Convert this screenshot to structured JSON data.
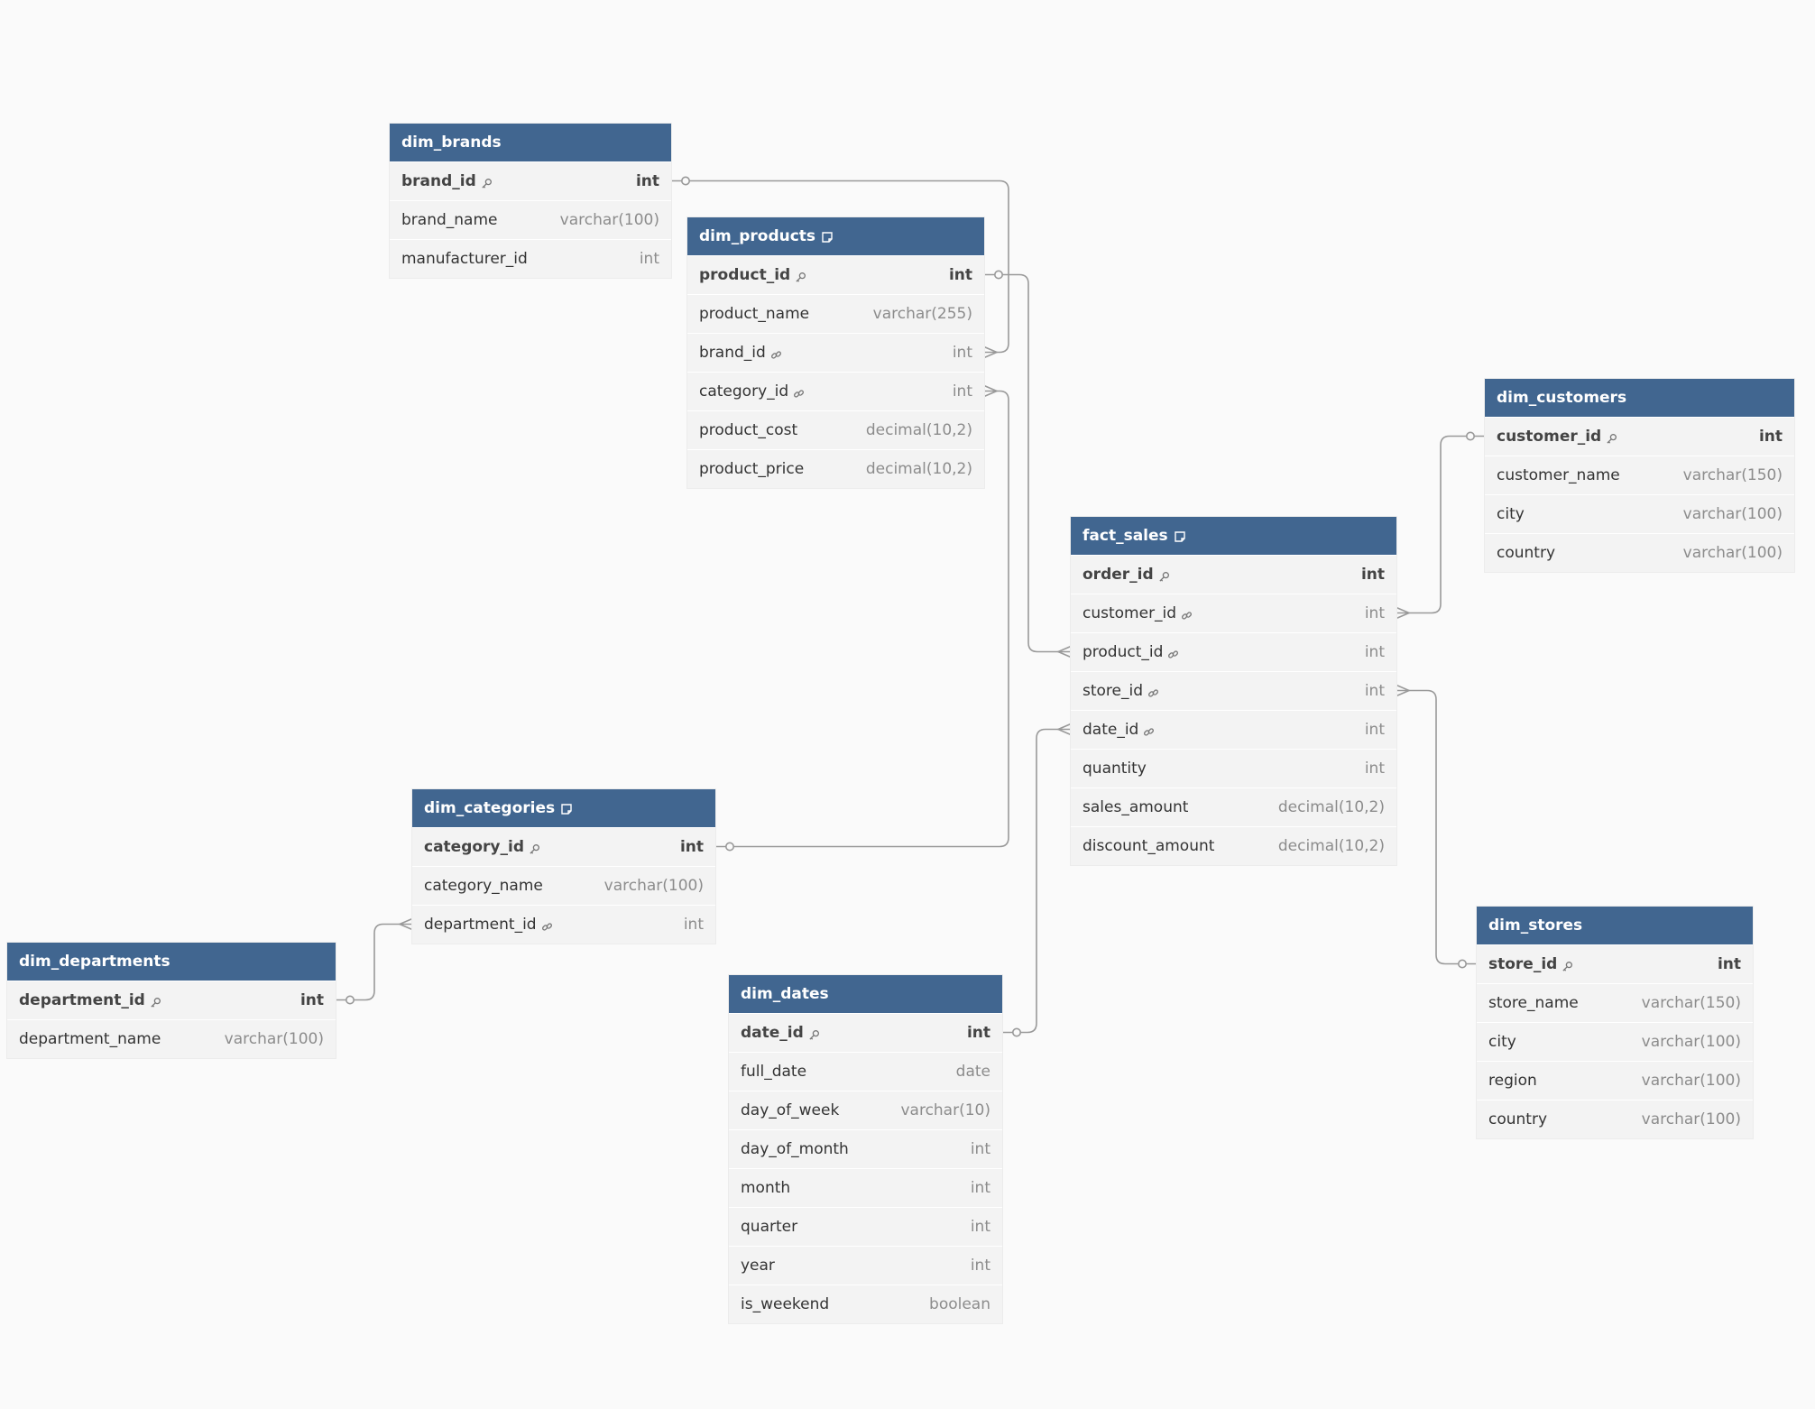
{
  "tables": [
    {
      "id": "dim_brands",
      "name": "dim_brands",
      "has_note": false,
      "columns": [
        {
          "name": "brand_id",
          "type": "int",
          "pk": true,
          "fk": false
        },
        {
          "name": "brand_name",
          "type": "varchar(100)",
          "pk": false,
          "fk": false
        },
        {
          "name": "manufacturer_id",
          "type": "int",
          "pk": false,
          "fk": false
        }
      ]
    },
    {
      "id": "dim_products",
      "name": "dim_products",
      "has_note": true,
      "columns": [
        {
          "name": "product_id",
          "type": "int",
          "pk": true,
          "fk": false
        },
        {
          "name": "product_name",
          "type": "varchar(255)",
          "pk": false,
          "fk": false
        },
        {
          "name": "brand_id",
          "type": "int",
          "pk": false,
          "fk": true
        },
        {
          "name": "category_id",
          "type": "int",
          "pk": false,
          "fk": true
        },
        {
          "name": "product_cost",
          "type": "decimal(10,2)",
          "pk": false,
          "fk": false
        },
        {
          "name": "product_price",
          "type": "decimal(10,2)",
          "pk": false,
          "fk": false
        }
      ]
    },
    {
      "id": "dim_customers",
      "name": "dim_customers",
      "has_note": false,
      "columns": [
        {
          "name": "customer_id",
          "type": "int",
          "pk": true,
          "fk": false
        },
        {
          "name": "customer_name",
          "type": "varchar(150)",
          "pk": false,
          "fk": false
        },
        {
          "name": "city",
          "type": "varchar(100)",
          "pk": false,
          "fk": false
        },
        {
          "name": "country",
          "type": "varchar(100)",
          "pk": false,
          "fk": false
        }
      ]
    },
    {
      "id": "fact_sales",
      "name": "fact_sales",
      "has_note": true,
      "columns": [
        {
          "name": "order_id",
          "type": "int",
          "pk": true,
          "fk": false
        },
        {
          "name": "customer_id",
          "type": "int",
          "pk": false,
          "fk": true
        },
        {
          "name": "product_id",
          "type": "int",
          "pk": false,
          "fk": true
        },
        {
          "name": "store_id",
          "type": "int",
          "pk": false,
          "fk": true
        },
        {
          "name": "date_id",
          "type": "int",
          "pk": false,
          "fk": true
        },
        {
          "name": "quantity",
          "type": "int",
          "pk": false,
          "fk": false
        },
        {
          "name": "sales_amount",
          "type": "decimal(10,2)",
          "pk": false,
          "fk": false
        },
        {
          "name": "discount_amount",
          "type": "decimal(10,2)",
          "pk": false,
          "fk": false
        }
      ]
    },
    {
      "id": "dim_categories",
      "name": "dim_categories",
      "has_note": true,
      "columns": [
        {
          "name": "category_id",
          "type": "int",
          "pk": true,
          "fk": false
        },
        {
          "name": "category_name",
          "type": "varchar(100)",
          "pk": false,
          "fk": false
        },
        {
          "name": "department_id",
          "type": "int",
          "pk": false,
          "fk": true
        }
      ]
    },
    {
      "id": "dim_departments",
      "name": "dim_departments",
      "has_note": false,
      "columns": [
        {
          "name": "department_id",
          "type": "int",
          "pk": true,
          "fk": false
        },
        {
          "name": "department_name",
          "type": "varchar(100)",
          "pk": false,
          "fk": false
        }
      ]
    },
    {
      "id": "dim_dates",
      "name": "dim_dates",
      "has_note": false,
      "columns": [
        {
          "name": "date_id",
          "type": "int",
          "pk": true,
          "fk": false
        },
        {
          "name": "full_date",
          "type": "date",
          "pk": false,
          "fk": false
        },
        {
          "name": "day_of_week",
          "type": "varchar(10)",
          "pk": false,
          "fk": false
        },
        {
          "name": "day_of_month",
          "type": "int",
          "pk": false,
          "fk": false
        },
        {
          "name": "month",
          "type": "int",
          "pk": false,
          "fk": false
        },
        {
          "name": "quarter",
          "type": "int",
          "pk": false,
          "fk": false
        },
        {
          "name": "year",
          "type": "int",
          "pk": false,
          "fk": false
        },
        {
          "name": "is_weekend",
          "type": "boolean",
          "pk": false,
          "fk": false
        }
      ]
    },
    {
      "id": "dim_stores",
      "name": "dim_stores",
      "has_note": false,
      "columns": [
        {
          "name": "store_id",
          "type": "int",
          "pk": true,
          "fk": false
        },
        {
          "name": "store_name",
          "type": "varchar(150)",
          "pk": false,
          "fk": false
        },
        {
          "name": "city",
          "type": "varchar(100)",
          "pk": false,
          "fk": false
        },
        {
          "name": "region",
          "type": "varchar(100)",
          "pk": false,
          "fk": false
        },
        {
          "name": "country",
          "type": "varchar(100)",
          "pk": false,
          "fk": false
        }
      ]
    }
  ],
  "relationships": [
    {
      "from_table": "dim_brands",
      "from_column": "brand_id",
      "to_table": "dim_products",
      "to_column": "brand_id",
      "cardinality": "one-to-many"
    },
    {
      "from_table": "dim_products",
      "from_column": "product_id",
      "to_table": "fact_sales",
      "to_column": "product_id",
      "cardinality": "one-to-many"
    },
    {
      "from_table": "dim_categories",
      "from_column": "category_id",
      "to_table": "dim_products",
      "to_column": "category_id",
      "cardinality": "one-to-many"
    },
    {
      "from_table": "dim_customers",
      "from_column": "customer_id",
      "to_table": "fact_sales",
      "to_column": "customer_id",
      "cardinality": "one-to-many"
    },
    {
      "from_table": "dim_stores",
      "from_column": "store_id",
      "to_table": "fact_sales",
      "to_column": "store_id",
      "cardinality": "one-to-many"
    },
    {
      "from_table": "dim_dates",
      "from_column": "date_id",
      "to_table": "fact_sales",
      "to_column": "date_id",
      "cardinality": "one-to-many"
    },
    {
      "from_table": "dim_departments",
      "from_column": "department_id",
      "to_table": "dim_categories",
      "to_column": "department_id",
      "cardinality": "one-to-many"
    }
  ],
  "colors": {
    "header": "#416690",
    "row_background": "#f3f3f3",
    "canvas": "#fafafa",
    "connector": "#999999"
  }
}
